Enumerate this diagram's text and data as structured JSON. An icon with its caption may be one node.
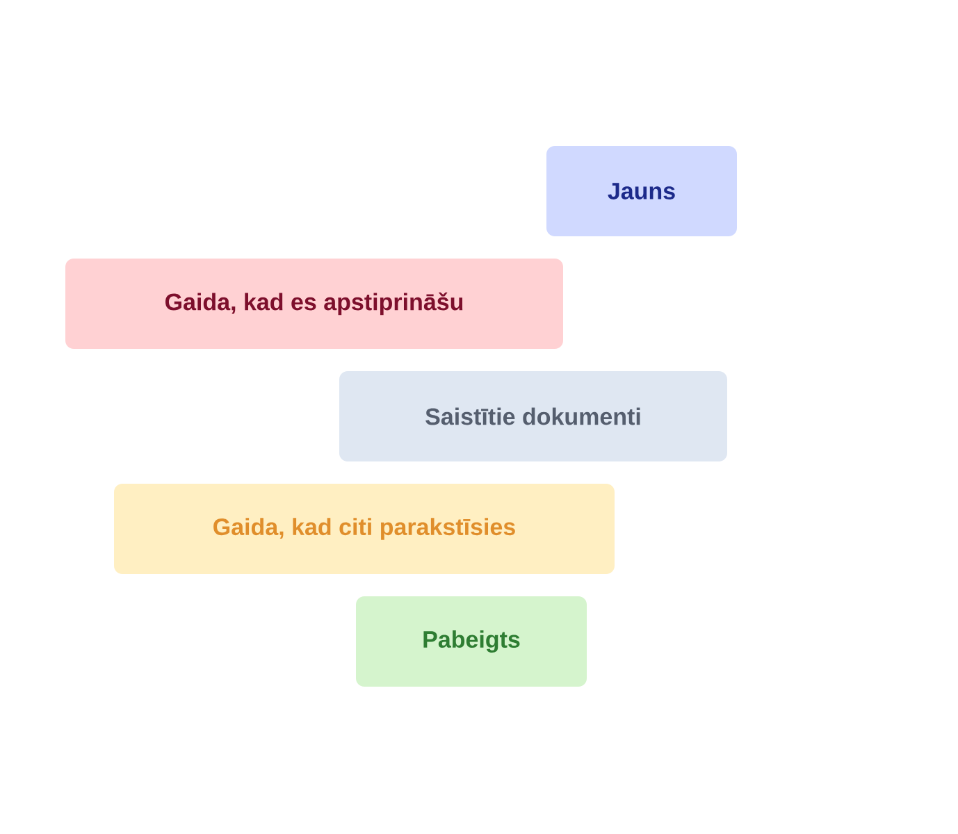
{
  "diagram": {
    "nodes": [
      {
        "text": [
          "Jauns"
        ]
      },
      {
        "text": [
          "Gaida, kad es apstiprināšu"
        ]
      },
      {
        "text": [
          "Saistītie dokumenti"
        ]
      },
      {
        "text": [
          "Gaida, kad citi parakstīsies"
        ]
      },
      {
        "text": [
          "Pabeigts"
        ]
      }
    ]
  }
}
